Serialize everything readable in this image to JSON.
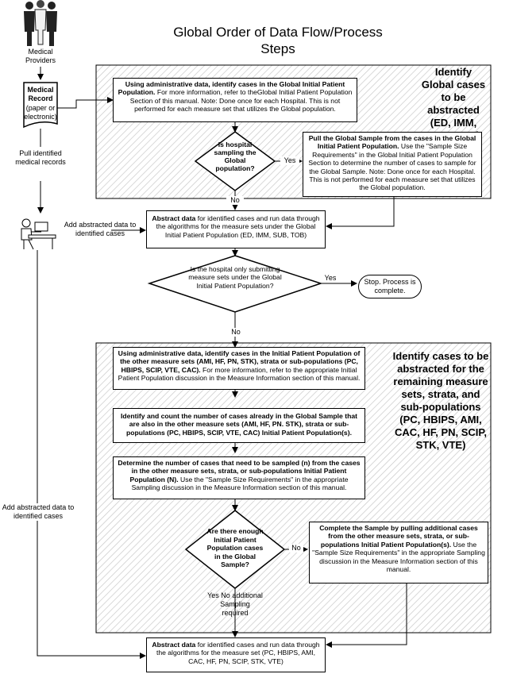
{
  "title": "Global Order of Data Flow/Process Steps",
  "providers_label": "Medical Providers",
  "record": {
    "title": "Medical Record",
    "sub": "(paper or electronic)"
  },
  "pull_label": "Pull identified medical records",
  "abstract_label_top": "Add abstracted data to identified cases",
  "abstract_label_left": "Add abstracted data to identified cases",
  "region1": {
    "heading": "Identify Global cases to be abstracted (ED, IMM, SUB, TOB)",
    "box1_bold": "Using administrative data, identify cases in the Global Initial Patient Population.",
    "box1_rest": " For more information, refer to theGlobal Initial Patient Population Section of this manual.  Note:  Done once for each Hospital.  This is not performed for each measure set that utilizes the Global population.",
    "diamond": "Is hospital sampling the Global population?",
    "box2_bold": "Pull the Global Sample from the cases in the Global Initial Patient Population.",
    "box2_rest": "  Use the \"Sample Size Requirements\" in the Global Initial Patient Population Section to determine the number of cases to sample for the Global Sample. Note:  Done once for each Hospital.  This is not performed for each measure set that utilizes the Global population.",
    "yes": "Yes",
    "no": "No"
  },
  "abstract1": {
    "bold": "Abstract data",
    "rest": " for identified cases and run data through the algorithms for the measure sets under the Global Initial Patient Population (ED, IMM, SUB, TOB)"
  },
  "diamond2": {
    "text": "Is the hospital only submitting measure sets under the Global Initial Patient Population?",
    "yes": "Yes",
    "no": "No"
  },
  "stop": "Stop. Process is complete.",
  "region2": {
    "heading": "Identify cases to be abstracted for the remaining measure sets, strata, and sub-populations (PC, HBIPS, AMI, CAC, HF, PN, SCIP, STK, VTE)",
    "box3_bold": "Using administrative data, identify cases in the Initial Patient Population of the other measure sets (AMI, HF, PN, STK), strata or sub-populations (PC, HBIPS, SCIP, VTE, CAC).",
    "box3_rest": " For more information, refer to the appropriate Initial Patient Population discussion in the Measure Information section of this manual.",
    "box4_bold": "Identify and count the number of cases already in the Global Sample that are also in the other measure sets (AMI, HF, PN. STK), strata or sub-populations (PC, HBIPS, SCIP, VTE, CAC) Initial Patient Population(s).",
    "box5_bold": "Determine the number of cases that need to be sampled (n) from the cases in the other measure sets, strata, or sub-populations Initial Patient Population (N).",
    "box5_rest": "  Use the \"Sample Size Requirements\" in the appropriate Sampling discussion in the Measure Information section of this manual.",
    "diamond": "Are there enough Initial Patient Population cases in the Global Sample?",
    "no": "No",
    "yes_text": "Yes No additional Sampling required",
    "box6_bold": "Complete the Sample by pulling additional cases from the other measure sets, strata, or sub-populations Initial Patient Population(s).",
    "box6_rest": "  Use the \"Sample Size Requirements\" in the appropriate Sampling discussion in the Measure Information section of this manual."
  },
  "abstract2": {
    "bold": "Abstract data",
    "rest": " for identified cases and run data through the algorithms for the measure set (PC, HBIPS, AMI, CAC, HF, PN, SCIP, STK, VTE)"
  },
  "colors": {
    "hatch": "#c8c8c8",
    "stroke": "#000000"
  }
}
